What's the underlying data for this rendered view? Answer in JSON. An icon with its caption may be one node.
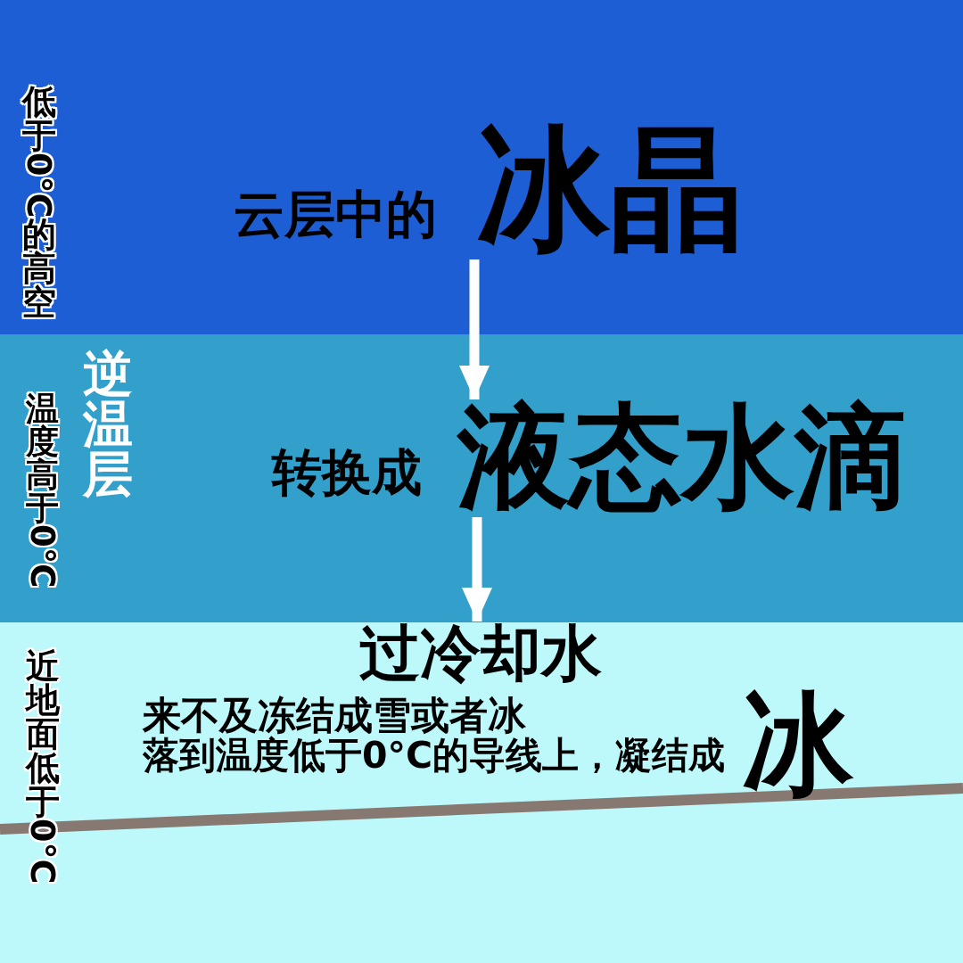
{
  "diagram": {
    "nodes": [
      {
        "text": [
          "低于0°C的高空"
        ]
      },
      {
        "text": [
          "逆温层",
          "温度高于0°C"
        ]
      },
      {
        "text": [
          "近地面低于0°C"
        ]
      },
      {
        "text": [
          "云层中的",
          "冰晶"
        ],
        "in": 0
      },
      {
        "text": [
          "转换成",
          "液态水滴"
        ],
        "in": 1
      },
      {
        "text": [
          "过冷却水"
        ],
        "in": 2
      }
    ],
    "edges": [
      {
        "from": 3,
        "to": 4,
        "arrow": "to"
      },
      {
        "from": 4,
        "to": 5,
        "arrow": "to"
      }
    ],
    "labels": [
      "来不及冻结成雪或者冰",
      "落到温度低于0°C的导线上，凝结成",
      "冰"
    ]
  }
}
